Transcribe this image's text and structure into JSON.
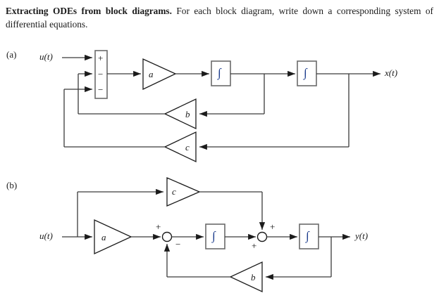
{
  "prompt": {
    "bold_lead": "Extracting ODEs from block diagrams.",
    "body": " For each block diagram, write down a corresponding system of differential equations."
  },
  "diagrams": [
    {
      "tag": "(a)",
      "input_label": "u(t)",
      "output_label": "x(t)",
      "summing_block": {
        "type": "rectangular-sum-block",
        "signs": [
          "+",
          "−",
          "−"
        ]
      },
      "gains": [
        {
          "name": "gain-a",
          "label": "a",
          "direction": "right"
        },
        {
          "name": "gain-b",
          "label": "b",
          "direction": "left"
        },
        {
          "name": "gain-c",
          "label": "c",
          "direction": "left"
        }
      ],
      "integrators": [
        {
          "name": "integrator-1",
          "glyph": "∫"
        },
        {
          "name": "integrator-2",
          "glyph": "∫"
        }
      ]
    },
    {
      "tag": "(b)",
      "input_label": "u(t)",
      "output_label": "y(t)",
      "sum_nodes": [
        {
          "name": "sum-node-1",
          "signs": [
            "+",
            "−"
          ]
        },
        {
          "name": "sum-node-2",
          "signs": [
            "+",
            "+"
          ]
        }
      ],
      "gains": [
        {
          "name": "gain-a",
          "label": "a",
          "direction": "right"
        },
        {
          "name": "gain-c",
          "label": "c",
          "direction": "right"
        },
        {
          "name": "gain-b",
          "label": "b",
          "direction": "left"
        }
      ],
      "integrators": [
        {
          "name": "integrator-1",
          "glyph": "∫"
        },
        {
          "name": "integrator-2",
          "glyph": "∫"
        }
      ]
    }
  ],
  "colors": {
    "line": "#3a3a3a",
    "shape_stroke": "#1b1b1b",
    "box_stroke": "#6a6a6a",
    "integral_glyph": "#1b3c8c",
    "text": "#1a1a1a"
  }
}
